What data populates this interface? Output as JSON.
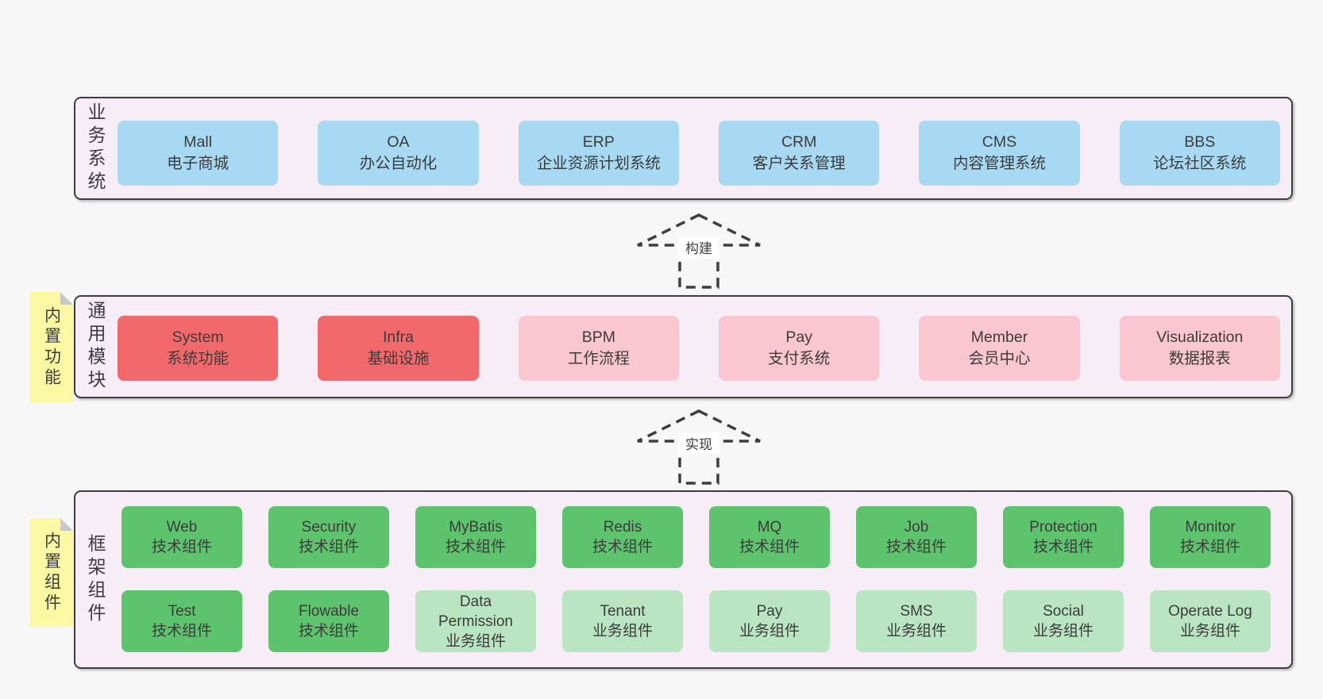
{
  "colors": {
    "page_bg": "#f7f7f7",
    "panel_bg": "#f7edf6",
    "panel_border": "#3e3e3e",
    "text": "#3c3c3c",
    "blue_box": "#a7daf2",
    "red_box": "#f2696b",
    "pink_box": "#fac6d0",
    "green_dark_box": "#5ec36d",
    "green_light_box": "#b9e5c2",
    "sticky_bg": "#fbf8a3",
    "sticky_fold": "#c9c9c9",
    "arrow": "#3e3e3e",
    "arrow_label_bg": "#ffffff"
  },
  "sections": {
    "business": {
      "label": "业务系统",
      "boxes": [
        {
          "en": "Mall",
          "zh": "电子商城",
          "variant": "blue"
        },
        {
          "en": "OA",
          "zh": "办公自动化",
          "variant": "blue"
        },
        {
          "en": "ERP",
          "zh": "企业资源计划系统",
          "variant": "blue"
        },
        {
          "en": "CRM",
          "zh": "客户关系管理",
          "variant": "blue"
        },
        {
          "en": "CMS",
          "zh": "内容管理系统",
          "variant": "blue"
        },
        {
          "en": "BBS",
          "zh": "论坛社区系统",
          "variant": "blue"
        }
      ]
    },
    "modules": {
      "label": "通用模块",
      "sticky": "内置功能",
      "boxes": [
        {
          "en": "System",
          "zh": "系统功能",
          "variant": "red"
        },
        {
          "en": "Infra",
          "zh": "基础设施",
          "variant": "red"
        },
        {
          "en": "BPM",
          "zh": "工作流程",
          "variant": "pink"
        },
        {
          "en": "Pay",
          "zh": "支付系统",
          "variant": "pink"
        },
        {
          "en": "Member",
          "zh": "会员中心",
          "variant": "pink"
        },
        {
          "en": "Visualization",
          "zh": "数据报表",
          "variant": "pink"
        }
      ]
    },
    "components": {
      "label": "框架组件",
      "sticky": "内置组件",
      "row1": [
        {
          "en": "Web",
          "zh": "技术组件",
          "variant": "green-dark"
        },
        {
          "en": "Security",
          "zh": "技术组件",
          "variant": "green-dark"
        },
        {
          "en": "MyBatis",
          "zh": "技术组件",
          "variant": "green-dark"
        },
        {
          "en": "Redis",
          "zh": "技术组件",
          "variant": "green-dark"
        },
        {
          "en": "MQ",
          "zh": "技术组件",
          "variant": "green-dark"
        },
        {
          "en": "Job",
          "zh": "技术组件",
          "variant": "green-dark"
        },
        {
          "en": "Protection",
          "zh": "技术组件",
          "variant": "green-dark"
        },
        {
          "en": "Monitor",
          "zh": "技术组件",
          "variant": "green-dark"
        }
      ],
      "row2": [
        {
          "en": "Test",
          "zh": "技术组件",
          "variant": "green-dark"
        },
        {
          "en": "Flowable",
          "zh": "技术组件",
          "variant": "green-dark"
        },
        {
          "en": "Data Permission",
          "zh": "业务组件",
          "variant": "green-light"
        },
        {
          "en": "Tenant",
          "zh": "业务组件",
          "variant": "green-light"
        },
        {
          "en": "Pay",
          "zh": "业务组件",
          "variant": "green-light"
        },
        {
          "en": "SMS",
          "zh": "业务组件",
          "variant": "green-light"
        },
        {
          "en": "Social",
          "zh": "业务组件",
          "variant": "green-light"
        },
        {
          "en": "Operate Log",
          "zh": "业务组件",
          "variant": "green-light"
        }
      ]
    }
  },
  "arrows": [
    {
      "label": "构建"
    },
    {
      "label": "实现"
    }
  ]
}
